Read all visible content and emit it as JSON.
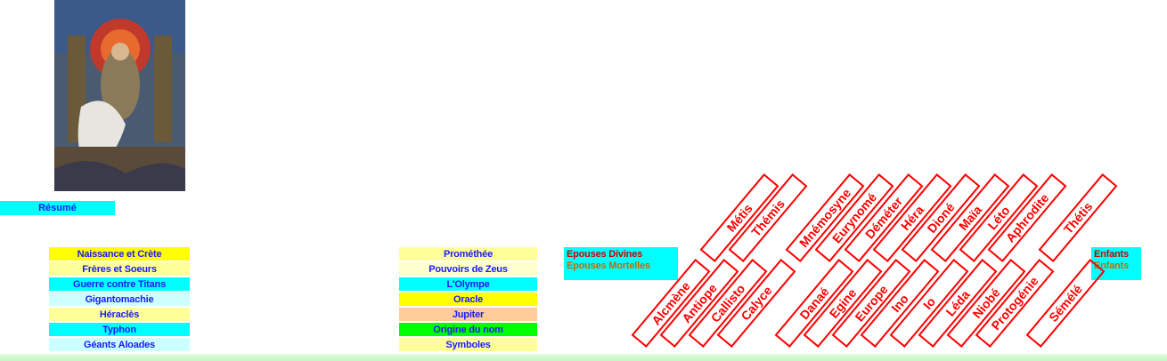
{
  "resume_label": "Résumé",
  "left_nav": [
    {
      "label": "Naissance et Crète",
      "bg": "#ffff00"
    },
    {
      "label": "Frères et Soeurs",
      "bg": "#ffff99"
    },
    {
      "label": "Guerre contre Titans",
      "bg": "#00ffff"
    },
    {
      "label": "Gigantomachie",
      "bg": "#ccffff"
    },
    {
      "label": "Héraclès",
      "bg": "#ffff99"
    },
    {
      "label": "Typhon",
      "bg": "#00ffff"
    },
    {
      "label": "Géants Aloades",
      "bg": "#ccffff"
    }
  ],
  "center_nav": [
    {
      "label": "Prométhée",
      "bg": "#ffff99"
    },
    {
      "label": "Pouvoirs de Zeus",
      "bg": "#ffffcc"
    },
    {
      "label": "L'Olympe",
      "bg": "#00ffff"
    },
    {
      "label": "Oracle",
      "bg": "#ffff00"
    },
    {
      "label": "Jupiter",
      "bg": "#ffcc99"
    },
    {
      "label": "Origine du nom",
      "bg": "#00ff00"
    },
    {
      "label": "Symboles",
      "bg": "#ffff99"
    }
  ],
  "epouses_box": {
    "divines": "Epouses Divines",
    "mortelles": "Epouses Mortelles",
    "divines_color": "#cc0000",
    "mortelles_color": "#cc6600"
  },
  "enfants_box": {
    "line1": "Enfants",
    "line2": "Enfants",
    "line1_color": "#cc0000",
    "line2_color": "#cc6600"
  },
  "upper_names": [
    "Métis",
    "Thémis",
    "Mnémosyne",
    "Eurynomé",
    "Déméter",
    "Héra",
    "Dioné",
    "Maïa",
    "Léto",
    "Aphrodite",
    "Thétis"
  ],
  "lower_names": [
    "Alcmène",
    "Antiope",
    "Callisto",
    "Calyce",
    "Danaé",
    "Egine",
    "Europe",
    "Ino",
    "Io",
    "Léda",
    "Niobé",
    "Protogénie",
    "Sémélé"
  ],
  "colors": {
    "accent_red": "#ff0000",
    "nav_text": "#1a1aff",
    "resume_bg": "#00ffff"
  }
}
